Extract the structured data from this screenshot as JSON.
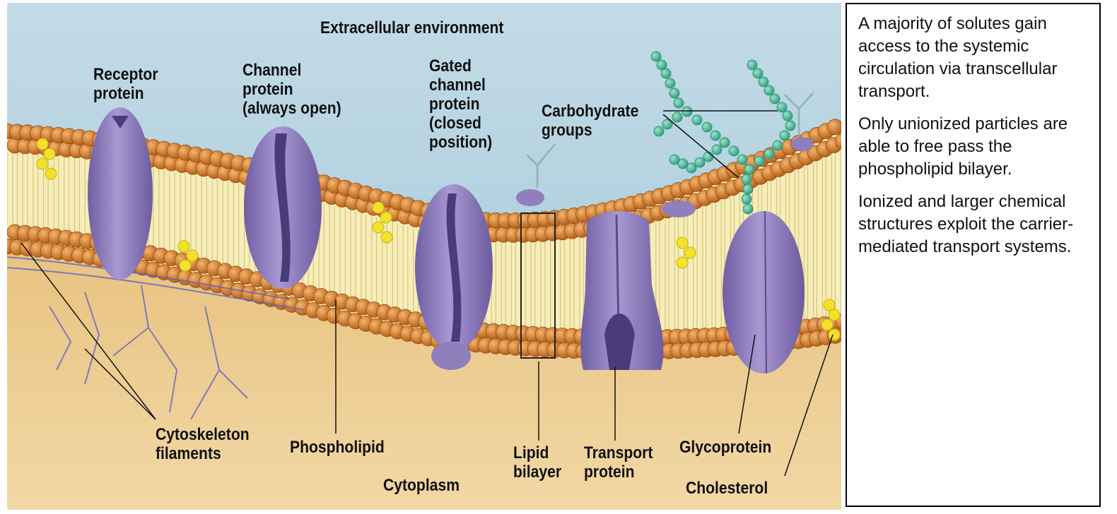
{
  "diagram": {
    "title": "Extracellular environment",
    "labels": {
      "receptor_protein": "Receptor\nprotein",
      "channel_protein": "Channel\nprotein\n(always open)",
      "gated_channel": "Gated\nchannel\nprotein\n(closed\nposition)",
      "carbohydrate_groups": "Carbohydrate\ngroups",
      "cytoskeleton_filaments": "Cytoskeleton\nfilaments",
      "phospholipid": "Phospholipid",
      "cytoplasm": "Cytoplasm",
      "lipid_bilayer": "Lipid\nbilayer",
      "transport_protein": "Transport\nprotein",
      "glycoprotein": "Glycoprotein",
      "cholesterol": "Cholesterol"
    },
    "colors": {
      "extracellular": "#a9cbdc",
      "cytoplasm": "#e9c88f",
      "membrane_core": "#f6edbb",
      "lipid_head": "#d27a2a",
      "protein": "#8f7fbc",
      "protein_dark": "#4a3c7a",
      "carbohydrate": "#4fb79a",
      "cholesterol": "#f3e12a",
      "filament": "#5b5fc4"
    }
  },
  "notes": {
    "paragraphs": [
      "A majority of solutes gain access to the systemic circulation via transcellular transport.",
      "Only unionized particles are able to free pass the phospholipid bilayer.",
      "Ionized and larger chemical structures exploit the carrier-mediated transport systems."
    ]
  }
}
